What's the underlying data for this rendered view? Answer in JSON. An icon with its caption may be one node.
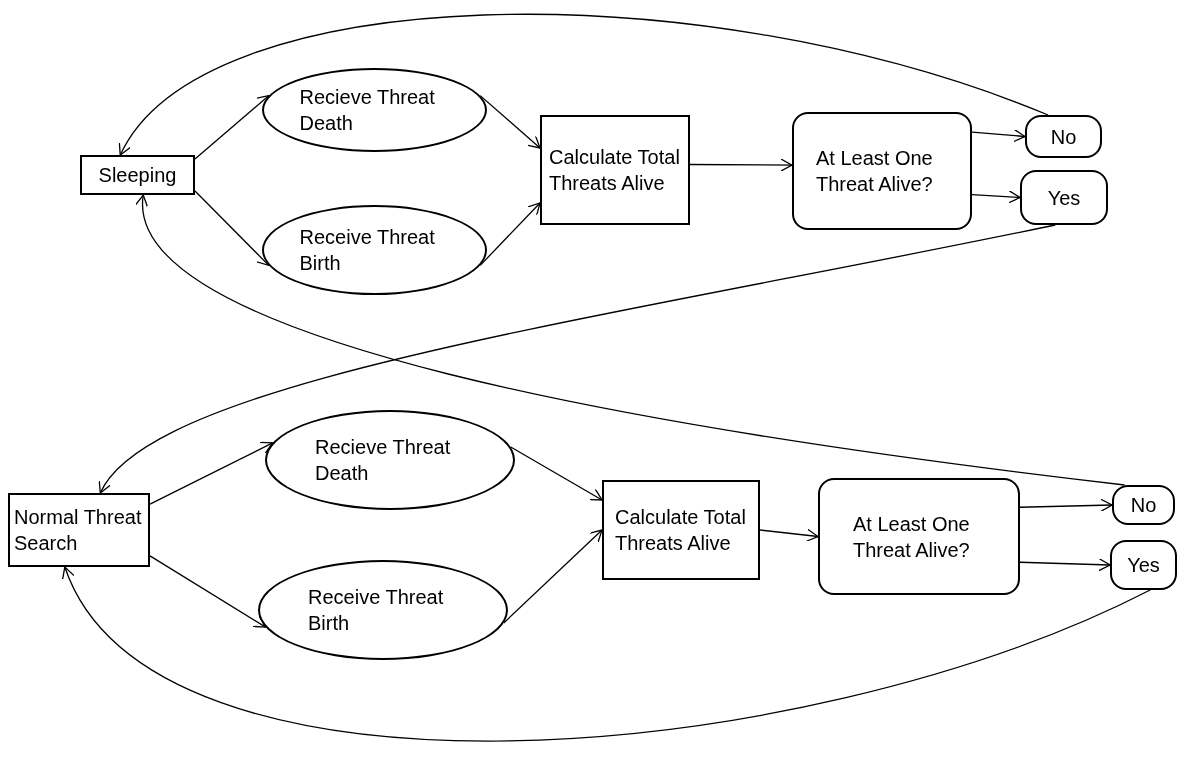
{
  "diagram": {
    "nodes": [
      {
        "text": [
          "Sleeping"
        ]
      },
      {
        "text": [
          "Recieve Threat Death"
        ]
      },
      {
        "text": [
          "Receive Threat Birth"
        ]
      },
      {
        "text": [
          "Calculate Total Threats Alive"
        ]
      },
      {
        "text": [
          "At Least One Threat Alive?"
        ]
      },
      {
        "text": [
          "No"
        ]
      },
      {
        "text": [
          "Yes"
        ]
      },
      {
        "text": [
          "Normal Threat Search"
        ]
      },
      {
        "text": [
          "Recieve Threat Death"
        ]
      },
      {
        "text": [
          "Receive Threat Birth"
        ]
      },
      {
        "text": [
          "Calculate Total Threats Alive"
        ]
      },
      {
        "text": [
          "At Least One Threat Alive?"
        ]
      },
      {
        "text": [
          "No"
        ]
      },
      {
        "text": [
          "Yes"
        ]
      }
    ],
    "edges": [
      {
        "from": 0,
        "to": 1,
        "arrow": "to"
      },
      {
        "from": 0,
        "to": 2,
        "arrow": "to"
      },
      {
        "from": 1,
        "to": 3,
        "arrow": "to"
      },
      {
        "from": 2,
        "to": 3,
        "arrow": "to"
      },
      {
        "from": 3,
        "to": 4,
        "arrow": "to"
      },
      {
        "from": 4,
        "to": 5,
        "arrow": "to"
      },
      {
        "from": 4,
        "to": 6,
        "arrow": "to"
      },
      {
        "from": 5,
        "to": 0,
        "arrow": "to"
      },
      {
        "from": 6,
        "to": 7,
        "arrow": "to"
      },
      {
        "from": 7,
        "to": 8,
        "arrow": "to"
      },
      {
        "from": 7,
        "to": 9,
        "arrow": "to"
      },
      {
        "from": 8,
        "to": 10,
        "arrow": "to"
      },
      {
        "from": 9,
        "to": 10,
        "arrow": "to"
      },
      {
        "from": 10,
        "to": 11,
        "arrow": "to"
      },
      {
        "from": 11,
        "to": 12,
        "arrow": "to"
      },
      {
        "from": 11,
        "to": 13,
        "arrow": "to"
      },
      {
        "from": 12,
        "to": 0,
        "arrow": "to"
      },
      {
        "from": 13,
        "to": 7,
        "arrow": "to"
      }
    ]
  }
}
